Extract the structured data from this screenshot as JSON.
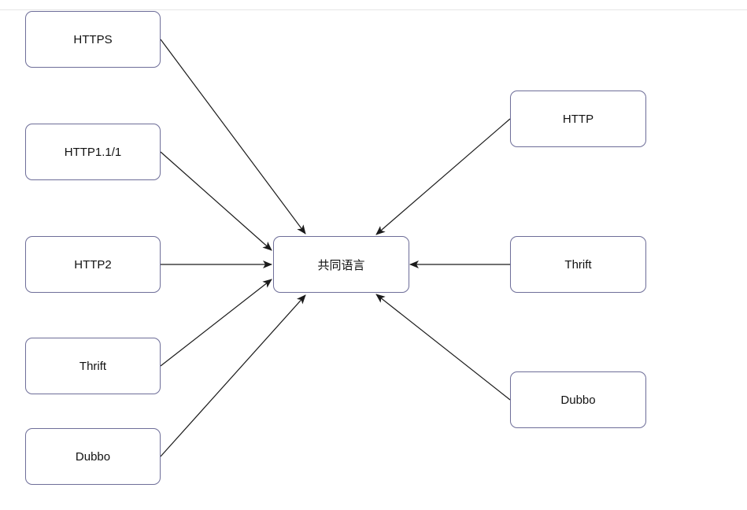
{
  "diagram": {
    "center": {
      "label": "共同语言"
    },
    "left_nodes": [
      {
        "label": "HTTPS"
      },
      {
        "label": "HTTP1.1/1"
      },
      {
        "label": "HTTP2"
      },
      {
        "label": "Thrift"
      },
      {
        "label": "Dubbo"
      }
    ],
    "right_nodes": [
      {
        "label": "HTTP"
      },
      {
        "label": "Thrift"
      },
      {
        "label": "Dubbo"
      }
    ],
    "edges": [
      {
        "from": "left_nodes.0",
        "to": "center"
      },
      {
        "from": "left_nodes.1",
        "to": "center"
      },
      {
        "from": "left_nodes.2",
        "to": "center"
      },
      {
        "from": "left_nodes.3",
        "to": "center"
      },
      {
        "from": "left_nodes.4",
        "to": "center"
      },
      {
        "from": "right_nodes.0",
        "to": "center"
      },
      {
        "from": "right_nodes.1",
        "to": "center"
      },
      {
        "from": "right_nodes.2",
        "to": "center"
      }
    ]
  },
  "colors": {
    "node_border": "#6f6f9a",
    "edge": "#1a1a1a",
    "background": "#ffffff"
  }
}
